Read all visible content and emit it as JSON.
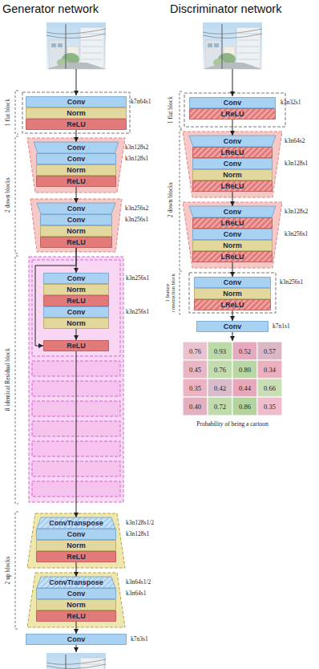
{
  "diagram": {
    "nodes": [
      {
        "text": [
          "Conv"
        ]
      },
      {
        "text": [
          "Norm"
        ]
      },
      {
        "text": [
          "ReLU"
        ]
      },
      {
        "text": [
          "Conv"
        ]
      },
      {
        "text": [
          "Conv"
        ]
      },
      {
        "text": [
          "Norm"
        ]
      },
      {
        "text": [
          "ReLU"
        ]
      },
      {
        "text": [
          "Conv"
        ]
      },
      {
        "text": [
          "Conv"
        ]
      },
      {
        "text": [
          "Norm"
        ]
      },
      {
        "text": [
          "ReLU"
        ]
      },
      {
        "text": [
          "Conv"
        ]
      },
      {
        "text": [
          "Norm"
        ]
      },
      {
        "text": [
          "ReLU"
        ]
      },
      {
        "text": [
          "Conv"
        ]
      },
      {
        "text": [
          "Norm"
        ]
      },
      {
        "text": [
          "ReLU"
        ]
      },
      {
        "text": [
          "ConvTranspose"
        ]
      },
      {
        "text": [
          "Conv"
        ]
      },
      {
        "text": [
          "Norm"
        ]
      },
      {
        "text": [
          "ReLU"
        ]
      },
      {
        "text": [
          "ConvTranspose"
        ]
      },
      {
        "text": [
          "Conv"
        ]
      },
      {
        "text": [
          "Norm"
        ]
      },
      {
        "text": [
          "ReLU"
        ]
      },
      {
        "text": [
          "Conv"
        ]
      },
      {
        "text": [
          "Conv"
        ]
      },
      {
        "text": [
          "LReLU"
        ]
      },
      {
        "text": [
          "Conv"
        ]
      },
      {
        "text": [
          "LReLU"
        ]
      },
      {
        "text": [
          "Conv"
        ]
      },
      {
        "text": [
          "Norm"
        ]
      },
      {
        "text": [
          "LReLU"
        ]
      },
      {
        "text": [
          "Conv"
        ]
      },
      {
        "text": [
          "LReLU"
        ]
      },
      {
        "text": [
          "Conv"
        ]
      },
      {
        "text": [
          "Norm"
        ]
      },
      {
        "text": [
          "LReLU"
        ]
      },
      {
        "text": [
          "Conv"
        ]
      },
      {
        "text": [
          "Norm"
        ]
      },
      {
        "text": [
          "LReLU"
        ]
      },
      {
        "text": [
          "Conv"
        ]
      }
    ],
    "edges": [
      {
        "from": 2,
        "to": 3,
        "arrow": "to"
      },
      {
        "from": 6,
        "to": 7,
        "arrow": "to"
      },
      {
        "from": 10,
        "to": 11,
        "arrow": "to"
      },
      {
        "from": 10,
        "to": 16,
        "arrow": "to"
      },
      {
        "from": 15,
        "to": 16,
        "arrow": "to"
      },
      {
        "from": 16,
        "to": 17,
        "arrow": "to"
      },
      {
        "from": 20,
        "to": 21,
        "arrow": "to"
      },
      {
        "from": 24,
        "to": 25,
        "arrow": "to"
      },
      {
        "from": 27,
        "to": 28,
        "arrow": "to"
      },
      {
        "from": 32,
        "to": 33,
        "arrow": "to"
      },
      {
        "from": 37,
        "to": 38,
        "arrow": "to"
      },
      {
        "from": 40,
        "to": 41,
        "arrow": "to"
      }
    ],
    "labels": [
      "Generator network",
      "Discriminator network",
      "1 flat block",
      "2 down blocks",
      "8 identical Residual block",
      "2 up blocks",
      "1 flat block",
      "2 down blocks",
      "1 feature construction block",
      "k7n64s1",
      "k3n128s2",
      "k3n128s1",
      "k3n256s2",
      "k3n256s1",
      "k3n256s1",
      "k3n256s1",
      "k3n128s1/2",
      "k3n128s1",
      "k3n64s1/2",
      "k3n64s1",
      "k7n3s1",
      "k3n32s1",
      "k3n64s2",
      "k3n128s1",
      "k3n128s2",
      "k3n256s1",
      "k3n256s1",
      "k7n1s1",
      "0.76",
      "0.93",
      "0.52",
      "0.57",
      "0.45",
      "0.76",
      "0.80",
      "0.34",
      "0.35",
      "0.42",
      "0.44",
      "0.66",
      "0.40",
      "0.72",
      "0.86",
      "0.35",
      "Probability of being a cartoon"
    ]
  }
}
